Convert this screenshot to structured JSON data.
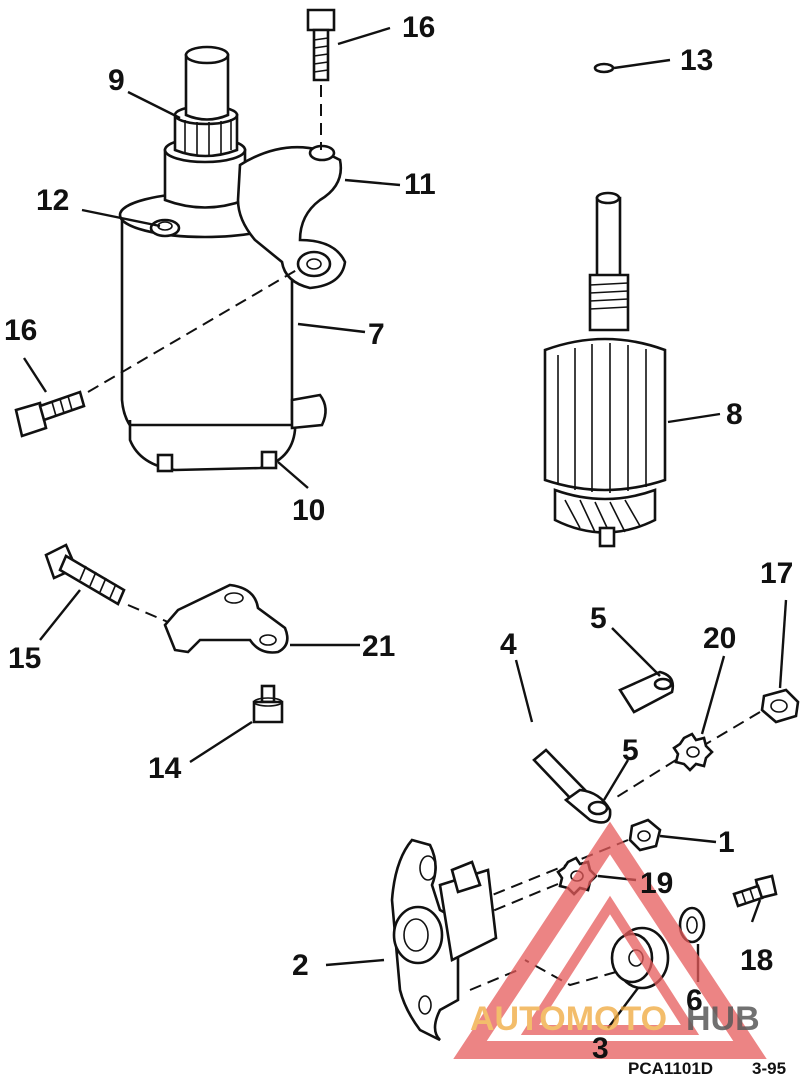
{
  "diagram": {
    "callouts": [
      {
        "id": "c1",
        "text": "1"
      },
      {
        "id": "c2",
        "text": "2"
      },
      {
        "id": "c3",
        "text": "3"
      },
      {
        "id": "c4",
        "text": "4"
      },
      {
        "id": "c5a",
        "text": "5"
      },
      {
        "id": "c5b",
        "text": "5"
      },
      {
        "id": "c6",
        "text": "6"
      },
      {
        "id": "c7",
        "text": "7"
      },
      {
        "id": "c8",
        "text": "8"
      },
      {
        "id": "c9",
        "text": "9"
      },
      {
        "id": "c10",
        "text": "10"
      },
      {
        "id": "c11",
        "text": "11"
      },
      {
        "id": "c12",
        "text": "12"
      },
      {
        "id": "c13",
        "text": "13"
      },
      {
        "id": "c14",
        "text": "14"
      },
      {
        "id": "c15",
        "text": "15"
      },
      {
        "id": "c16a",
        "text": "16"
      },
      {
        "id": "c16b",
        "text": "16"
      },
      {
        "id": "c17",
        "text": "17"
      },
      {
        "id": "c18",
        "text": "18"
      },
      {
        "id": "c19",
        "text": "19"
      },
      {
        "id": "c20",
        "text": "20"
      },
      {
        "id": "c21",
        "text": "21"
      }
    ],
    "figure_code": "PCA1101D",
    "revision": "3-95"
  },
  "watermark": {
    "part1": "AUTOMOTO",
    "part2": "HUB",
    "color_primary": "#f0a83a",
    "color_secondary": "#e65b5b"
  }
}
